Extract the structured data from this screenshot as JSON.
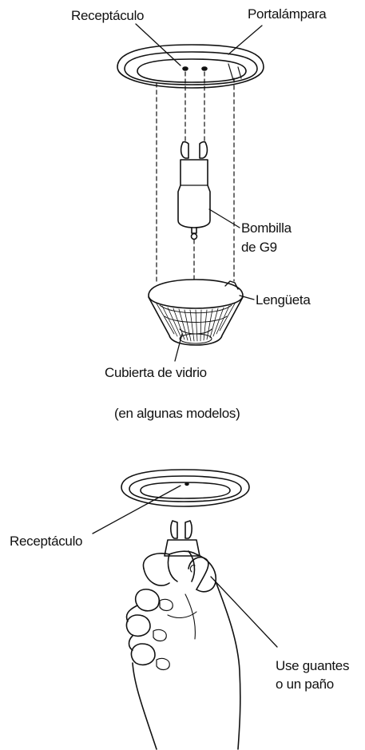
{
  "labels": {
    "receptacle_top": "Receptáculo",
    "lamp_holder": "Portalámpara",
    "bulb_line1": "Bombilla",
    "bulb_line2": "de G9",
    "tab": "Lengüeta",
    "glass_cover": "Cubierta de vidrio",
    "models_note": "(en algunas modelos)",
    "receptacle_bottom": "Receptáculo",
    "gloves_line1": "Use guantes",
    "gloves_line2": "o un paño"
  },
  "colors": {
    "line": "#111111",
    "background": "#ffffff"
  }
}
